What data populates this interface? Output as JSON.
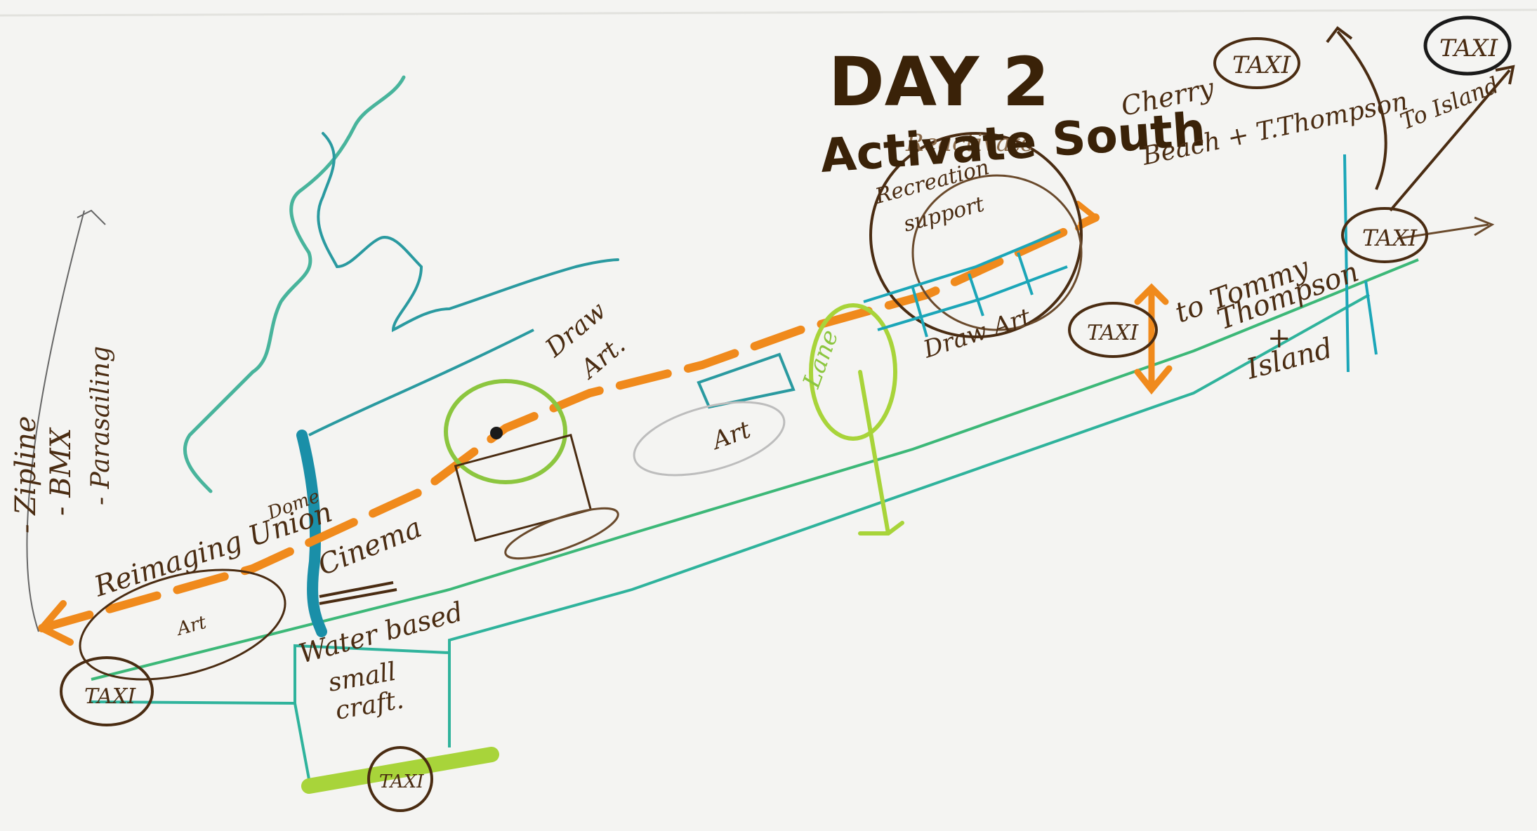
{
  "title": {
    "day": "DAY 2",
    "subtitle": "Activate South",
    "overwritten": "Reactivate"
  },
  "notes": {
    "cherry_beach": [
      "Cherry",
      "Beach + T.Thompson"
    ],
    "to_island": "To Island",
    "recreation_support": [
      "Recreation",
      "support"
    ],
    "draw_art_upper": [
      "Draw",
      "Art."
    ],
    "draw_art_lower": "Draw Art",
    "left_list": [
      "- Zipline",
      "- BMX",
      "- Parasailing"
    ],
    "reimagine": "Reimaging Union",
    "dome": "Dome",
    "cinema": "Cinema",
    "water_based": [
      "Water based",
      "small",
      "craft."
    ],
    "art_oval": "Art",
    "art_left": "Art",
    "to_tommy": [
      "to Tommy",
      "Thompson",
      "+",
      "Island"
    ],
    "lane": "Lane"
  },
  "taxi_labels": [
    "TAXI",
    "TAXI",
    "TAXI",
    "TAXI",
    "TAXI",
    "TAXI"
  ],
  "colors": {
    "paper": "#f4f4f2",
    "ink_brown": "#4a2c12",
    "teal": "#2a9aa0",
    "blue_teal": "#1a8fa8",
    "green": "#3cb878",
    "orange": "#f08a1c",
    "lime": "#a8d43a"
  }
}
